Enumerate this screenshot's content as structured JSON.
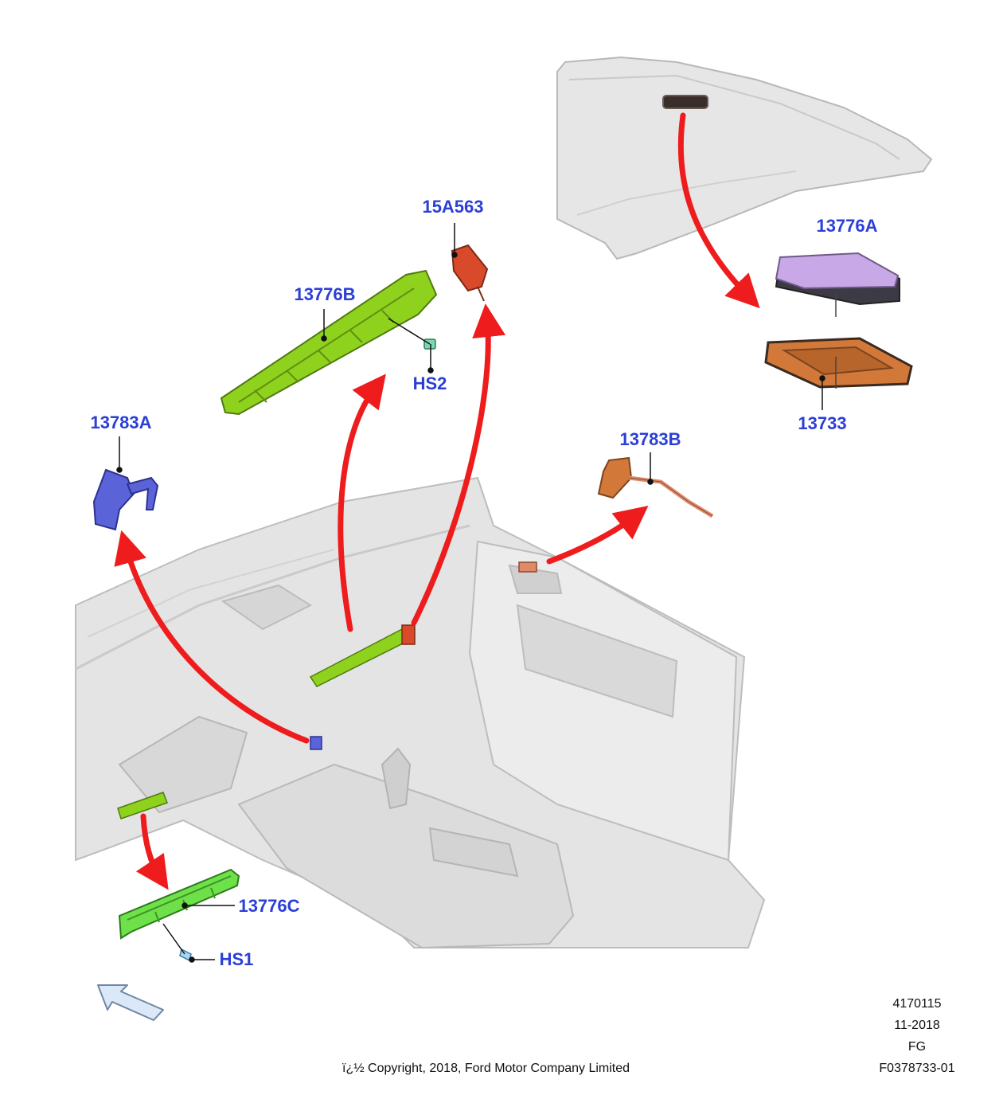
{
  "callouts": {
    "c13776A": "13776A",
    "c13733": "13733",
    "c15A563": "15A563",
    "c13776B": "13776B",
    "cHS2": "HS2",
    "c13783A": "13783A",
    "c13783B": "13783B",
    "c13776C": "13776C",
    "cHS1": "HS1"
  },
  "footer": {
    "doc_number": "4170115",
    "date": "11-2018",
    "code": "FG",
    "figure_id": "F0378733-01",
    "copyright": "ï¿½ Copyright, 2018, Ford Motor Company Limited"
  },
  "colors": {
    "callout_text": "#2b3fd6",
    "arrow": "#ee1c1c",
    "green_part": "#8fd21e",
    "bright_green_part": "#6ee04a",
    "red_part": "#d94a2a",
    "blue_part": "#5a63d8",
    "lavender_part": "#c8a8e6",
    "orange_part": "#d2793a",
    "salmon_part": "#e08a6a",
    "vehicle_gray": "#e3e3e3"
  }
}
